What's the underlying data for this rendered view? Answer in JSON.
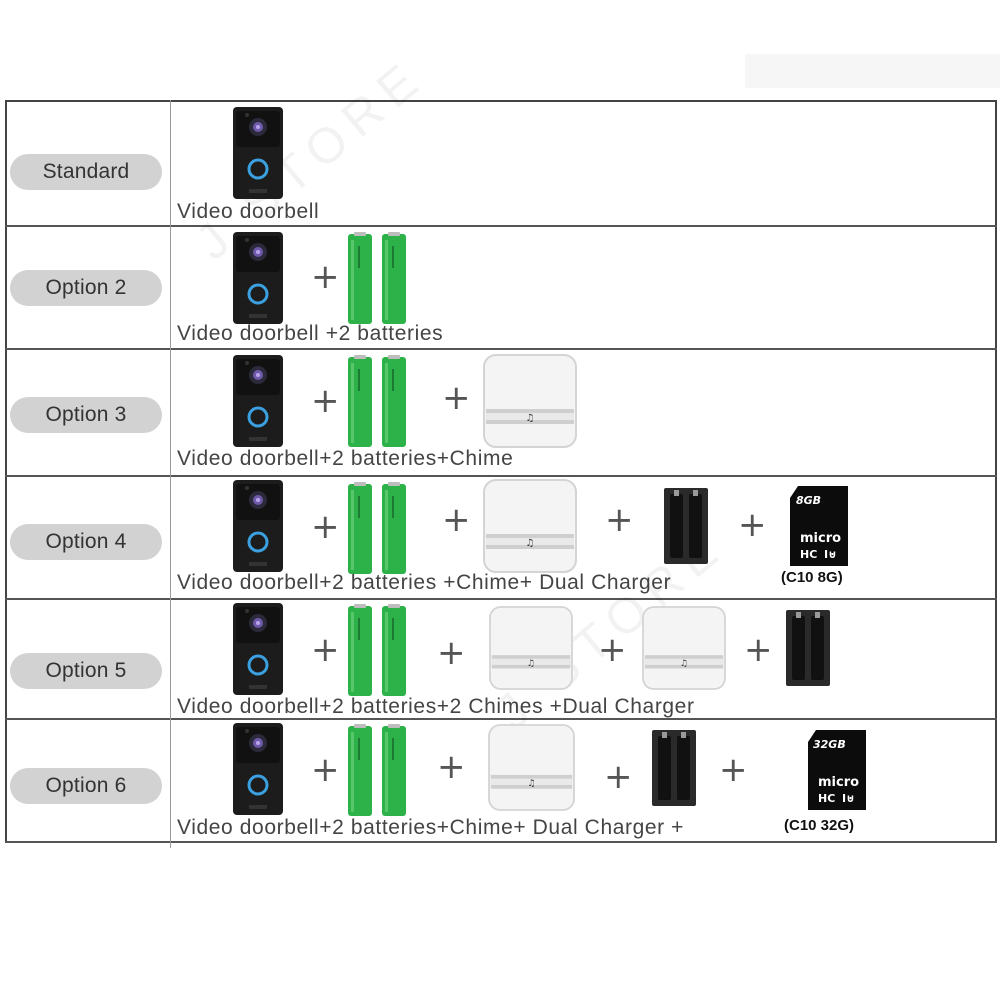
{
  "rows": [
    {
      "label": "Standard",
      "caption": "Video doorbell"
    },
    {
      "label": "Option 2",
      "caption": "Video doorbell +2 batteries"
    },
    {
      "label": "Option 3",
      "caption": "Video doorbell+2 batteries+Chime"
    },
    {
      "label": "Option 4",
      "caption": "Video doorbell+2 batteries +Chime+ Dual Charger",
      "sd_label": "(C10 8G)",
      "sd_card_text": "8GB"
    },
    {
      "label": "Option 5",
      "caption": "Video doorbell+2 batteries+2 Chimes +Dual Charger"
    },
    {
      "label": "Option 6",
      "caption": "Video doorbell+2 batteries+Chime+ Dual Charger +",
      "sd_label": "(C10 32G)",
      "sd_card_text": "32GB"
    }
  ],
  "plus_sign": "+",
  "watermark": "J STORE",
  "colors": {
    "battery": "#2db24a",
    "pill": "#d2d2d2",
    "doorbell": "#1c1c1c",
    "ring": "#3aa0e0"
  }
}
